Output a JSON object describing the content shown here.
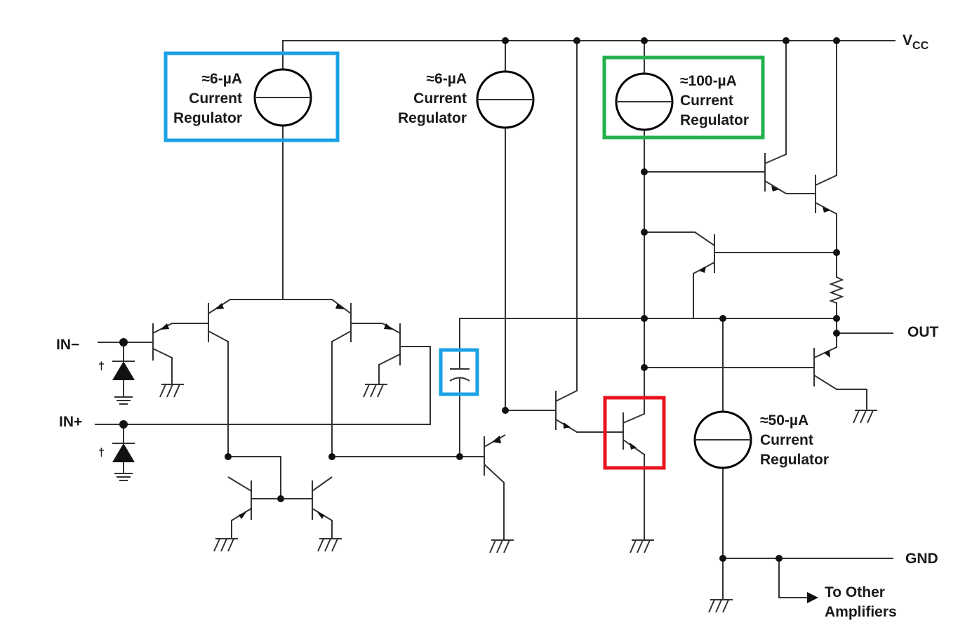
{
  "labels": {
    "vcc_main": "V",
    "vcc_sub": "CC",
    "out": "OUT",
    "gnd": "GND",
    "in_minus": "IN−",
    "in_plus": "IN+",
    "dagger": "†",
    "to_other_line1": "To Other",
    "to_other_line2": "Amplifiers"
  },
  "regulators": [
    {
      "line1": "≈6-µA",
      "line2": "Current",
      "line3": "Regulator"
    },
    {
      "line1": "≈6-µA",
      "line2": "Current",
      "line3": "Regulator"
    },
    {
      "line1": "≈100-µA",
      "line2": "Current",
      "line3": "Regulator"
    },
    {
      "line1": "≈50-µA",
      "line2": "Current",
      "line3": "Regulator"
    }
  ],
  "highlight_colors": {
    "blue": "#1aa0e6",
    "green": "#22b14c",
    "red": "#e8141e"
  }
}
